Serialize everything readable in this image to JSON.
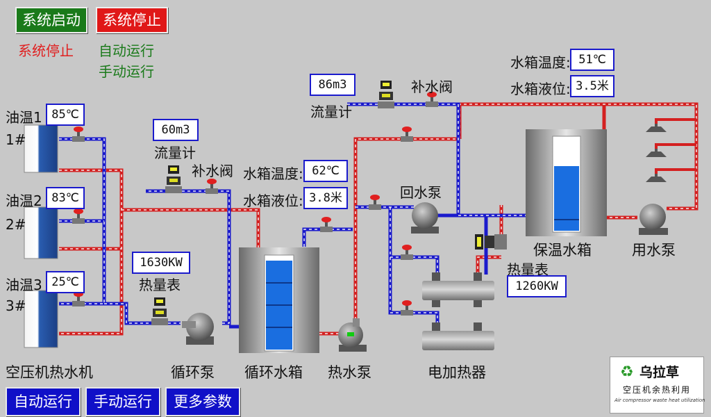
{
  "controls": {
    "start": "系统启动",
    "stop": "系统停止"
  },
  "status": {
    "stopped": "系统停止",
    "auto": "自动运行",
    "manual": "手动运行"
  },
  "oil": {
    "t1_label": "油温1",
    "t1": "85℃",
    "t2_label": "油温2",
    "t2": "83℃",
    "t3_label": "油温3",
    "t3": "25℃",
    "u1": "1#",
    "u2": "2#",
    "u3": "3#"
  },
  "labels": {
    "compressor": "空压机热水机",
    "circ_pump": "循环泵",
    "circ_tank": "循环水箱",
    "hot_pump": "热水泵",
    "heater": "电加热器",
    "insul_tank": "保温水箱",
    "use_pump": "用水泵",
    "return_pump": "回水泵",
    "refill_valve_1": "补水阀",
    "refill_valve_2": "补水阀",
    "flowmeter_1": "流量计",
    "flowmeter_2": "流量计",
    "heatmeter_1": "热量表",
    "heatmeter_2": "热量表",
    "tank_temp_1": "水箱温度:",
    "tank_level_1": "水箱液位:",
    "tank_temp_2": "水箱温度:",
    "tank_level_2": "水箱液位:"
  },
  "readings": {
    "flow1": "60m3",
    "flow2": "86m3",
    "heat1": "1630KW",
    "heat2": "1260KW",
    "circ_temp": "62℃",
    "circ_level": "3.8米",
    "insul_temp": "51℃",
    "insul_level": "3.5米"
  },
  "buttons": {
    "auto": "自动运行",
    "manual": "手动运行",
    "more": "更多参数"
  },
  "logo": {
    "title": "乌拉草",
    "subtitle": "空压机余热利用",
    "tagline": "Air compressor waste heat utilization"
  },
  "colors": {
    "hot_pipe": "#d42020",
    "cold_pipe": "#1a1acc",
    "start_btn": "#1a7a1a",
    "stop_btn": "#e01818"
  }
}
